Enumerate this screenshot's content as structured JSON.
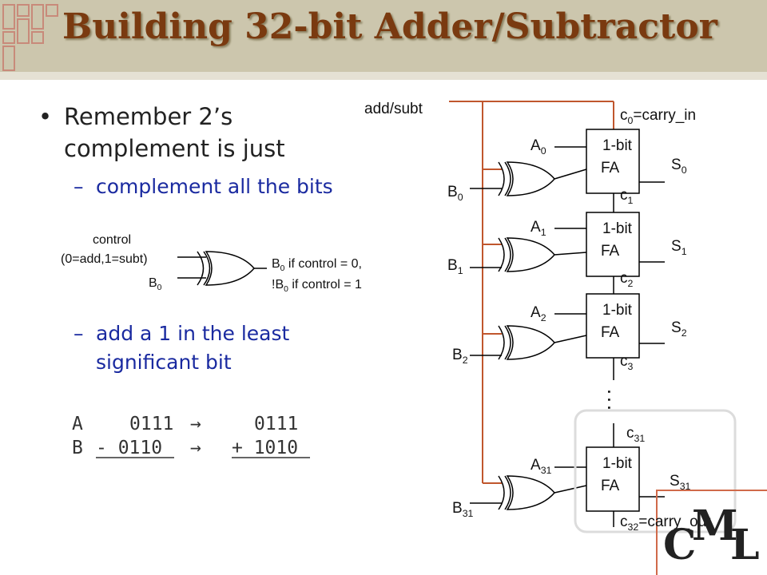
{
  "slide": {
    "title": "Building 32-bit Adder/Subtractor",
    "bullet_line1": "Remember 2’s",
    "bullet_line2": "complement is just",
    "sub1": "complement all the bits",
    "sub2_line1": "add a 1 in the least",
    "sub2_line2": "significant bit",
    "dash": "–",
    "bullet_mark": "•"
  },
  "xor_example": {
    "control_line1": "control",
    "control_line2": "(0=add,1=subt)",
    "input_b": "B",
    "input_b_sub": "0",
    "out1_pre": "B",
    "out1_sub": "0",
    "out1_post": " if control = 0,",
    "out2_pre": "!B",
    "out2_sub": "0",
    "out2_post": " if control = 1"
  },
  "arith": {
    "row1_label": "A",
    "row1_val": "0111",
    "row1_res": "0111",
    "row2_label": "B",
    "row2_val": "- 0110",
    "row2_res": "+ 1010",
    "arrow": "→"
  },
  "circuit": {
    "add_subt": "add/subt",
    "c0_pre": "c",
    "c0_sub": "0",
    "c0_post": "=carry_in",
    "fa_line1": "1-bit",
    "fa_line2": "FA",
    "stages": [
      {
        "a": "A",
        "b": "B",
        "s": "S",
        "idx": "0"
      },
      {
        "a": "A",
        "b": "B",
        "s": "S",
        "idx": "1"
      },
      {
        "a": "A",
        "b": "B",
        "s": "S",
        "idx": "2"
      },
      {
        "a": "A",
        "b": "B",
        "s": "S",
        "idx": "31"
      }
    ],
    "carries": [
      {
        "c": "c",
        "idx": "1"
      },
      {
        "c": "c",
        "idx": "2"
      },
      {
        "c": "c",
        "idx": "3"
      },
      {
        "c": "c",
        "idx": "31"
      }
    ],
    "ellipsis": ". . .",
    "cout_pre": "c",
    "cout_sub": "32",
    "cout_post": "=carry_out"
  },
  "logo": {
    "c": "C",
    "m": "M",
    "l": "L"
  },
  "colors": {
    "title": "#7a3a10",
    "header": "#ccc6ad",
    "wire_red": "#c0562d",
    "subtext": "#1a2aa0",
    "logo": "#222222"
  }
}
